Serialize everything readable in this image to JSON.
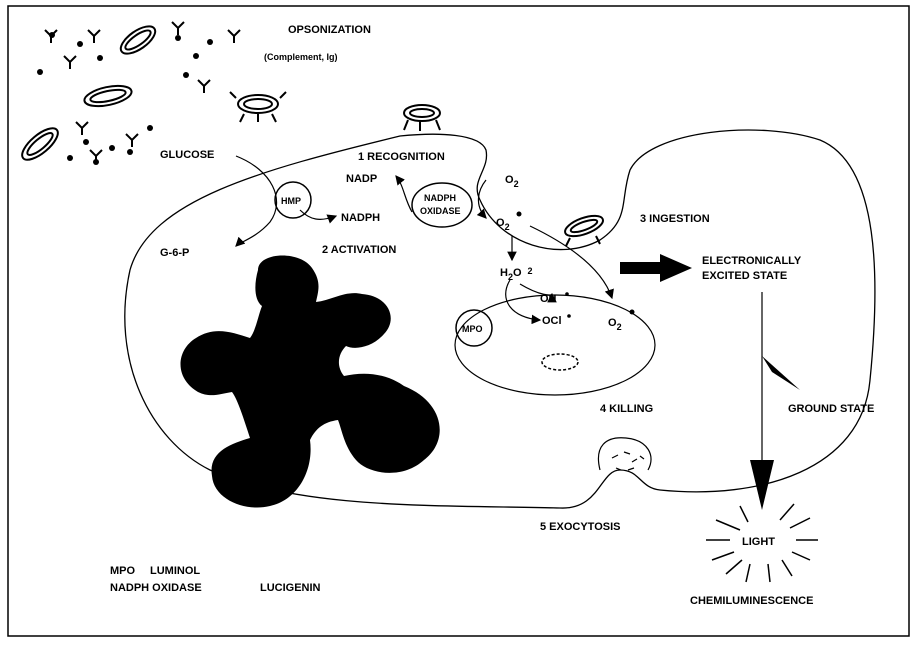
{
  "labels": {
    "opsonization": "OPSONIZATION",
    "opsonization_sub": "(Complement, Ig)",
    "glucose": "GLUCOSE",
    "recognition": "1  RECOGNITION",
    "nadp": "NADP",
    "nadph": "NADPH",
    "hmp": "HMP",
    "nadph_oxidase_1": "NADPH",
    "nadph_oxidase_2": "OXIDASE",
    "g6p": "G-6-P",
    "activation": "2  ACTIVATION",
    "o2": "O",
    "o2_sub": "2",
    "o2_radical": "O",
    "o2_radical_sub": "2",
    "ingestion": "3  INGESTION",
    "excited_1": "ELECTRONICALLY",
    "excited_2": "EXCITED STATE",
    "h2o2_h": "H",
    "h2o2_sub1": "2",
    "h2o2_o": "O",
    "h2o2_sub2": "2",
    "oh": "OH",
    "ocl": "OCl",
    "mpo_circle": "MPO",
    "o2_phago": "O",
    "o2_phago_sub": "2",
    "killing": "4  KILLING",
    "ground_state": "GROUND STATE",
    "exocytosis": "5  EXOCYTOSIS",
    "light": "LIGHT",
    "chemiluminescence": "CHEMILUMINESCENCE",
    "legend_mpo": "MPO",
    "legend_luminol": "LUMINOL",
    "legend_nadph_oxidase": "NADPH  OXIDASE",
    "legend_lucigenin": "LUCIGENIN"
  }
}
